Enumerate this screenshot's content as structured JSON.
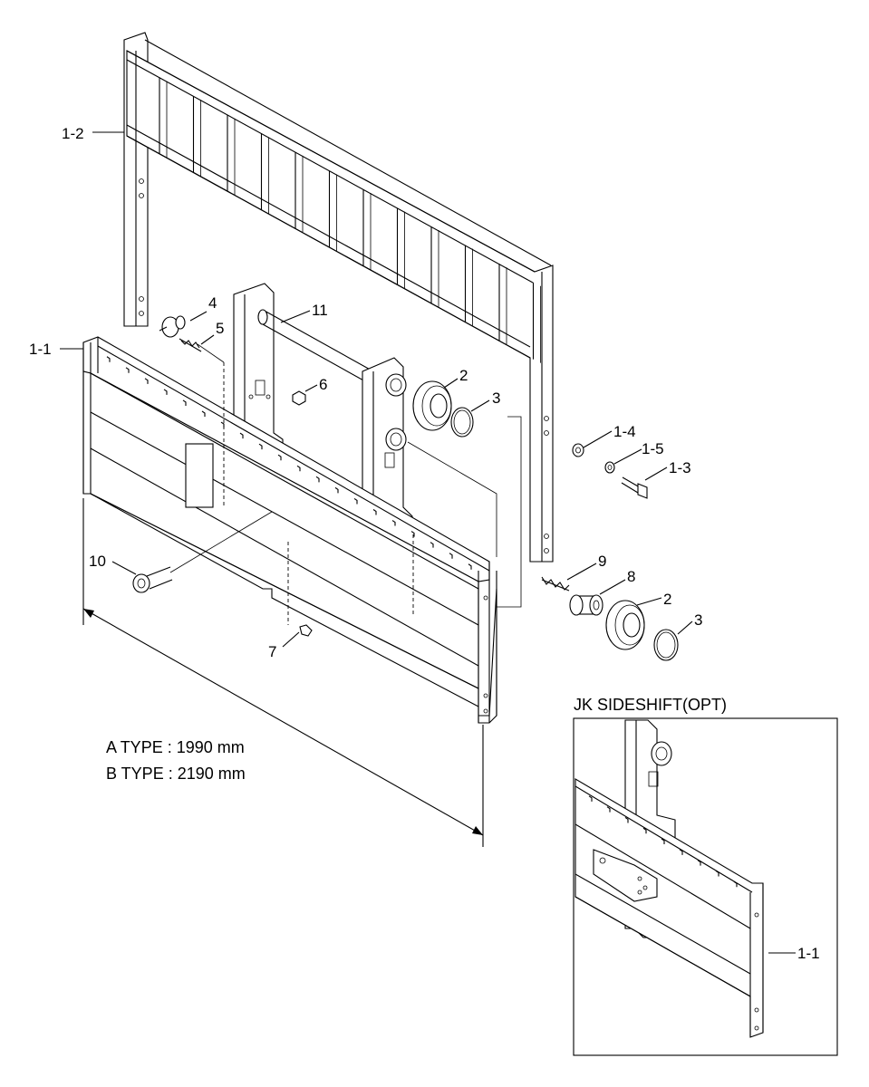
{
  "callouts": [
    {
      "id": "lbl-1-2",
      "text": "1-2"
    },
    {
      "id": "lbl-1-1",
      "text": "1-1"
    },
    {
      "id": "lbl-4",
      "text": "4"
    },
    {
      "id": "lbl-5",
      "text": "5"
    },
    {
      "id": "lbl-11",
      "text": "11"
    },
    {
      "id": "lbl-6",
      "text": "6"
    },
    {
      "id": "lbl-2a",
      "text": "2"
    },
    {
      "id": "lbl-3a",
      "text": "3"
    },
    {
      "id": "lbl-1-4",
      "text": "1-4"
    },
    {
      "id": "lbl-1-5",
      "text": "1-5"
    },
    {
      "id": "lbl-1-3",
      "text": "1-3"
    },
    {
      "id": "lbl-9",
      "text": "9"
    },
    {
      "id": "lbl-8",
      "text": "8"
    },
    {
      "id": "lbl-2b",
      "text": "2"
    },
    {
      "id": "lbl-3b",
      "text": "3"
    },
    {
      "id": "lbl-10",
      "text": "10"
    },
    {
      "id": "lbl-7",
      "text": "7"
    },
    {
      "id": "lbl-inset-1-1",
      "text": "1-1"
    }
  ],
  "dimensions": {
    "a_type": "A TYPE : 1990 mm",
    "b_type": "B TYPE : 2190 mm"
  },
  "inset": {
    "title": "JK SIDESHIFT(OPT)"
  }
}
